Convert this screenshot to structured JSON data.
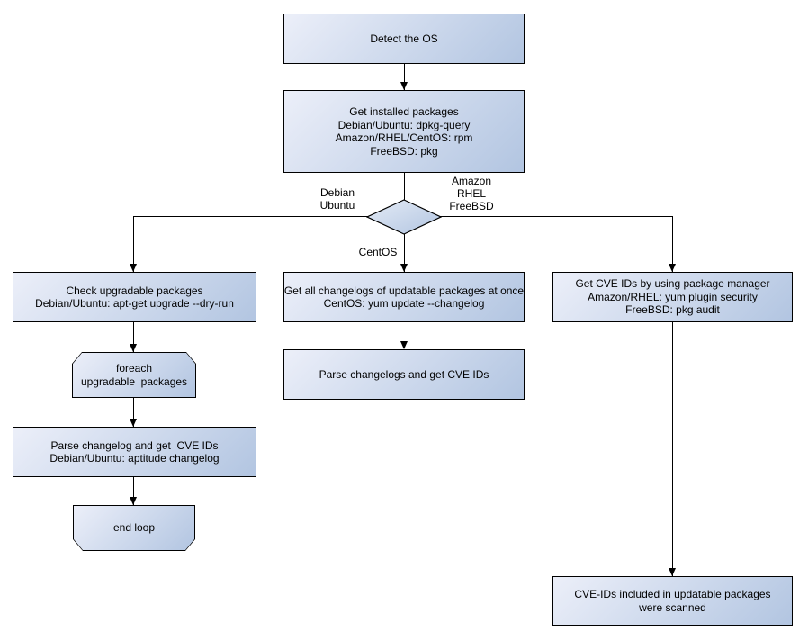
{
  "colors": {
    "node_fill_light": "#eceff9",
    "node_fill_dark": "#b2c5e1",
    "node_border": "#000000",
    "connector": "#000000",
    "text": "#000000",
    "background": "#ffffff"
  },
  "nodes": {
    "detect_os": {
      "type": "process",
      "label": "Detect the OS"
    },
    "get_installed_packages": {
      "type": "process",
      "label": "Get installed packages\nDebian/Ubuntu: dpkg-query\nAmazon/RHEL/CentOS: rpm\nFreeBSD: pkg"
    },
    "os_decision": {
      "type": "decision",
      "label": ""
    },
    "check_upgradable_packages": {
      "type": "process",
      "label": "Check upgradable packages\nDebian/Ubuntu: apt-get upgrade --dry-run"
    },
    "foreach_loop": {
      "type": "loop-start",
      "label": "foreach\nupgradable  packages"
    },
    "parse_changelog": {
      "type": "process",
      "label": "Parse changelog and get  CVE IDs\nDebian/Ubuntu: aptitude changelog"
    },
    "end_loop": {
      "type": "loop-end",
      "label": "end loop"
    },
    "get_all_changelogs": {
      "type": "process",
      "label": "Get all changelogs of updatable packages at once\nCentOS: yum update --changelog"
    },
    "parse_changelogs": {
      "type": "process",
      "label": "Parse changelogs and get CVE IDs"
    },
    "get_cve_ids_package_manager": {
      "type": "process",
      "label": "Get CVE IDs by using package manager\nAmazon/RHEL: yum plugin security\nFreeBSD: pkg audit"
    },
    "cve_ids_scanned": {
      "type": "process",
      "label": "CVE-IDs included in updatable packages\nwere scanned"
    }
  },
  "edge_labels": {
    "left_branch": "Debian\nUbuntu",
    "right_branch": "Amazon\nRHEL\nFreeBSD",
    "down_branch": "CentOS"
  }
}
